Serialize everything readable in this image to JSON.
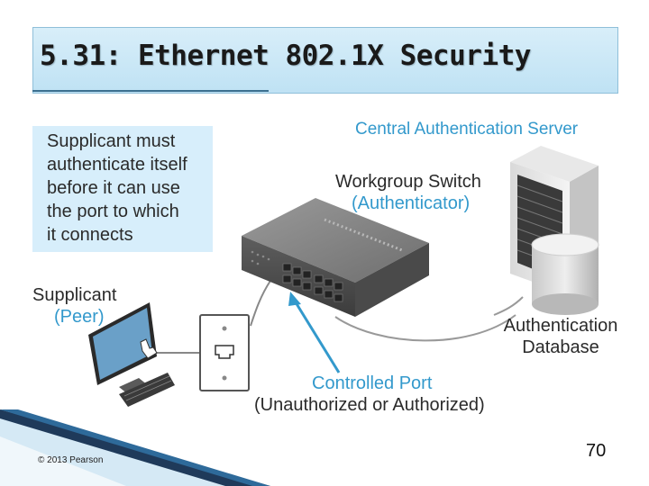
{
  "slide": {
    "title": "5.31: Ethernet 802.1X Security",
    "page_number": "70",
    "copyright": "© 2013 Pearson"
  },
  "callout": {
    "lines": [
      "Supplicant must",
      "authenticate itself",
      "before it can use",
      "the port to which",
      "it connects"
    ]
  },
  "labels": {
    "server": "Central Authentication Server",
    "switch": "Workgroup Switch",
    "switch_role": "(Authenticator)",
    "supplicant": "Supplicant",
    "supplicant_role": "(Peer)",
    "database_line1": "Authentication",
    "database_line2": "Database",
    "port": "Controlled Port",
    "port_state": "(Unauthorized or Authorized)"
  },
  "colors": {
    "title_bg": "#cbe8f7",
    "callout_bg": "#d7eefb",
    "accent_blue": "#3399cc",
    "footer_navy": "#1f3a5a"
  }
}
